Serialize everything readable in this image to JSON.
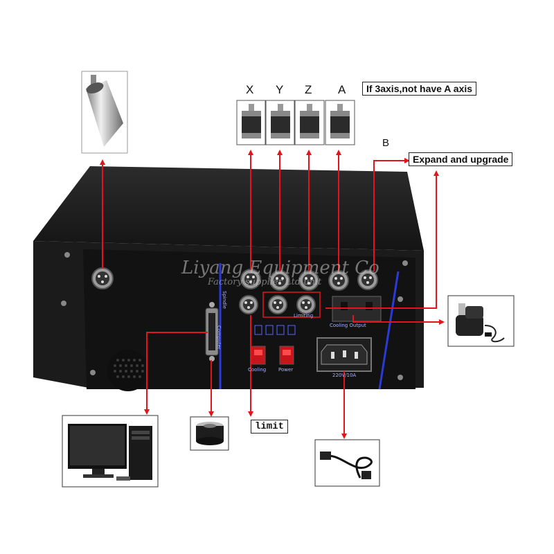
{
  "axis_labels": {
    "x": "X",
    "y": "Y",
    "z": "Z",
    "a": "A",
    "b": "B"
  },
  "callouts": {
    "no_a_axis": "If 3axis,not have A axis",
    "expand": "Expand and upgrade",
    "limit": "limit"
  },
  "panel_labels": {
    "cooling": "Cooling",
    "power": "Power",
    "cooling_output": "Cooling Output",
    "limit_socket": "Limiting",
    "voltage": "220V/10A",
    "computer": "Computer",
    "spindle_out": "Spindle"
  },
  "watermark": {
    "brand": "Liyang Equipment Co",
    "subtitle": "Factory supplier Ltd unit"
  },
  "colors": {
    "arrow": "#e3141b",
    "box_body": "#161616",
    "panel_accent": "#2a3bd6"
  }
}
